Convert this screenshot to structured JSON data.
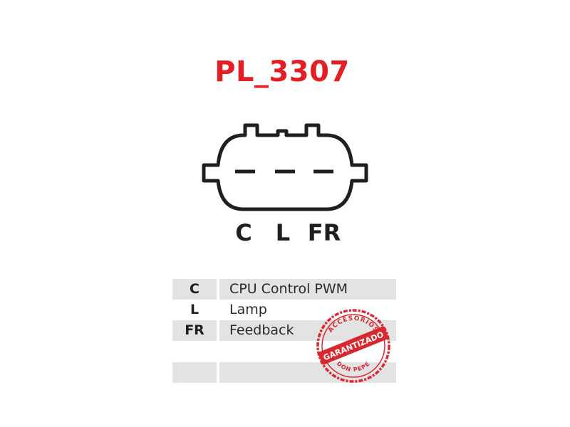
{
  "title": "PL_3307",
  "pins": [
    "C",
    "L",
    "FR"
  ],
  "table": {
    "rows": [
      {
        "code": "C",
        "description": "CPU Control PWM"
      },
      {
        "code": "L",
        "description": "Lamp"
      },
      {
        "code": "FR",
        "description": "Feedback"
      }
    ]
  },
  "stamp": {
    "top_text": "ACCESORIOS",
    "center_text": "GARANTIZADO",
    "bottom_text": "DON PEPE"
  },
  "colors": {
    "title": "#e31e24",
    "stamp": "#d9272e",
    "row_shade": "#e3e3e3"
  }
}
